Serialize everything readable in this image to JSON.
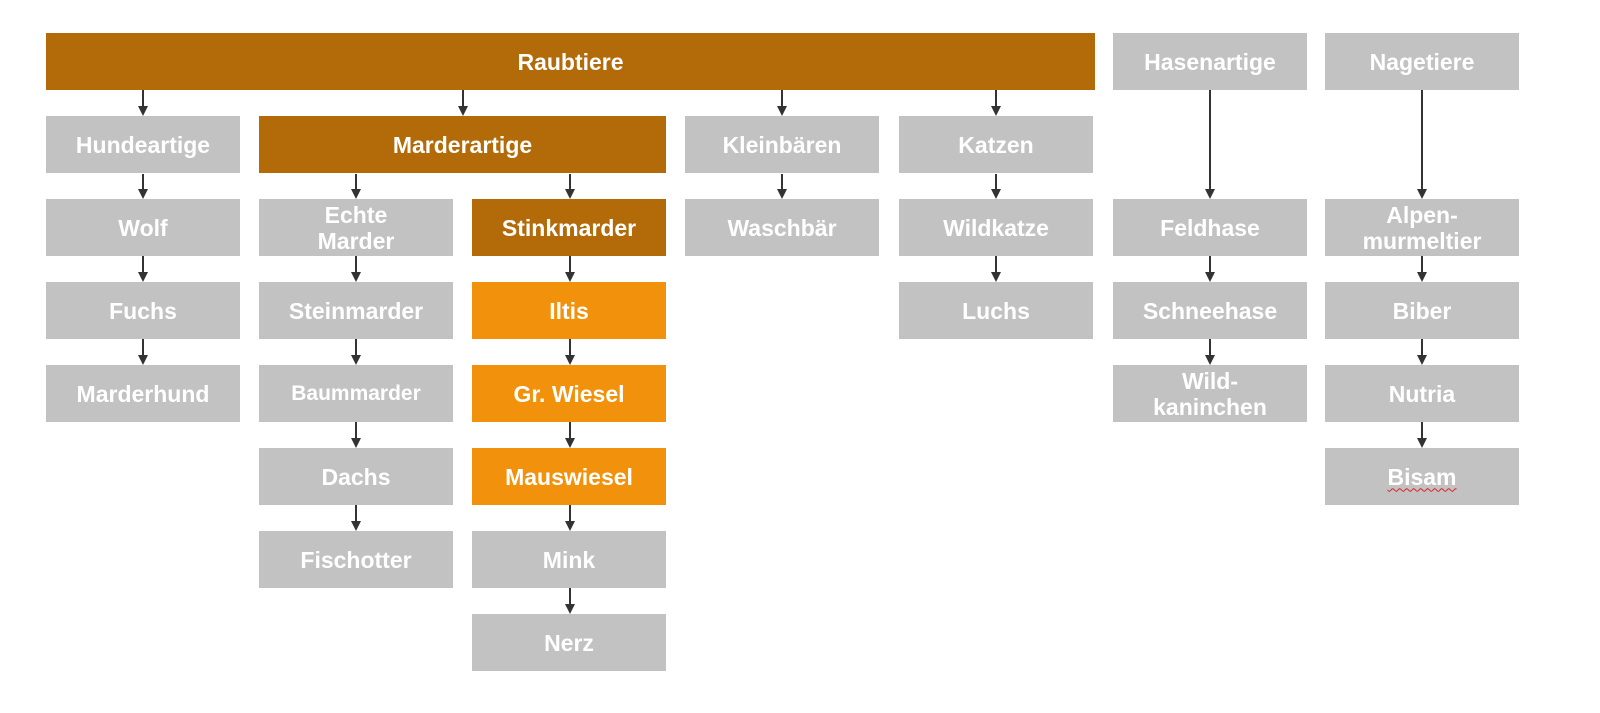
{
  "colors": {
    "neutral": "#c2c2c2",
    "highlight_dark": "#b36b09",
    "highlight_light": "#f2920c",
    "text": "#ffffff",
    "arrow": "#333333"
  },
  "groups": {
    "raubtiere": "Raubtiere",
    "hasenartige": "Hasenartige",
    "nagetiere": "Nagetiere"
  },
  "families": {
    "hundeartige": "Hundeartige",
    "marderartige": "Marderartige",
    "kleinbaeren": "Kleinbären",
    "katzen": "Katzen"
  },
  "hundeartige": [
    "Wolf",
    "Fuchs",
    "Marderhund"
  ],
  "echte_marder": {
    "title": "Echte\nMarder",
    "items": [
      "Steinmarder",
      "Baummarder",
      "Dachs",
      "Fischotter"
    ]
  },
  "stinkmarder": {
    "title": "Stinkmarder",
    "items": [
      "Iltis",
      "Gr. Wiesel",
      "Mauswiesel",
      "Mink",
      "Nerz"
    ]
  },
  "kleinbaeren": [
    "Waschbär"
  ],
  "katzen": [
    "Wildkatze",
    "Luchs"
  ],
  "hasenartige": [
    "Feldhase",
    "Schneehase",
    "Wild-\nkaninchen"
  ],
  "nagetiere": [
    "Alpen-\nmurmeltier",
    "Biber",
    "Nutria",
    "Bisam"
  ]
}
